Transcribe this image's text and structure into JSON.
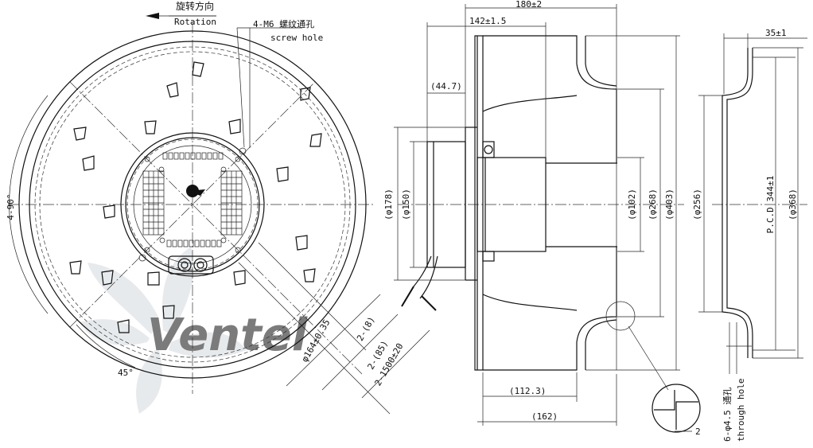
{
  "front_view": {
    "rotation_cn": "旋转方向",
    "rotation_en": "Rotation",
    "hole_cn": "4-M6 螺纹通孔",
    "hole_en": "screw hole",
    "angle_90": "4-90°",
    "angle_45": "45°",
    "pcd_dim": "φ164±0.35",
    "dim_8": "2-(8)",
    "dim_85": "2-(85)",
    "cable": "2-1500±20"
  },
  "side_view": {
    "dim_180": "180±2",
    "dim_142": "142±1.5",
    "dim_44_7": "(44.7)",
    "dim_178": "(φ178)",
    "dim_150": "(φ150)",
    "dim_102": "(φ102)",
    "dim_268": "(φ268)",
    "dim_403": "(φ403)",
    "dim_112_3": "(112.3)",
    "dim_162": "(162)",
    "detail_2": "2"
  },
  "ring_view": {
    "dim_35": "35±1",
    "dim_256": "(φ256)",
    "pcd": "P.C.D 344±1",
    "dim_368": "(φ368)",
    "hole_cn": "6-φ4.5 通孔",
    "hole_en": "through hole"
  },
  "watermark": {
    "brand": "Ventel"
  },
  "colors": {
    "line": "#111111",
    "watermark": "#c8d0d8",
    "watermark_accent": "#7fb3e0"
  }
}
